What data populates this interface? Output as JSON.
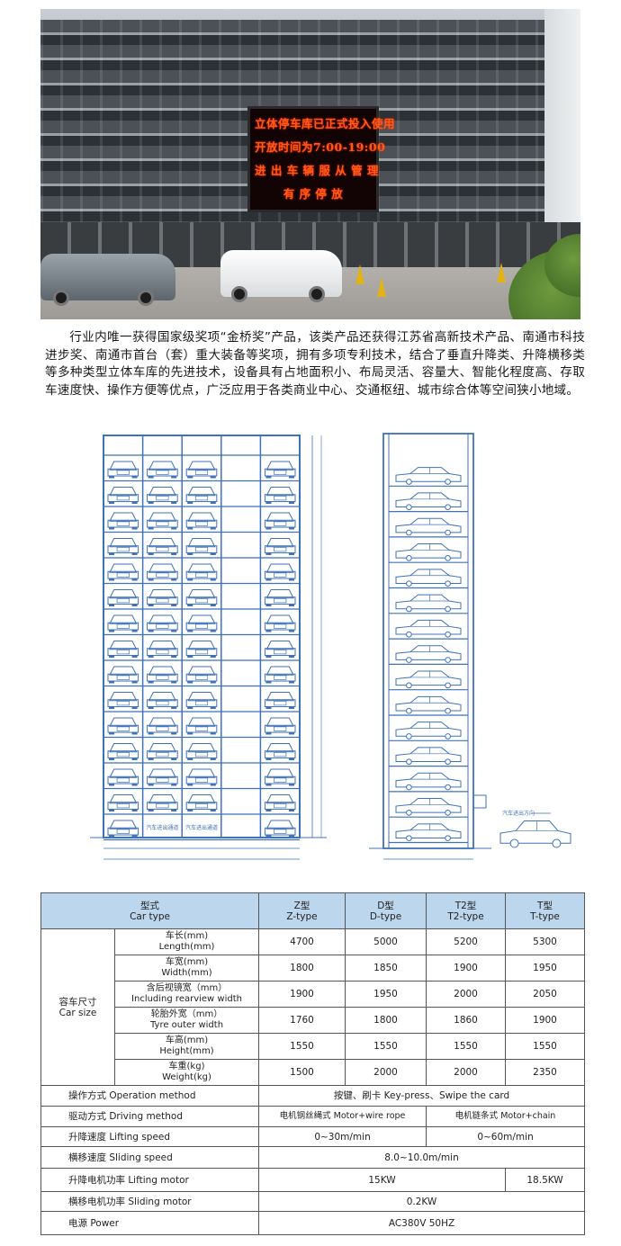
{
  "photo": {
    "led_lines": [
      "立体停车库已正式投入使用",
      "开放时间为7:00-19:00",
      "进 出 车 辆 服 从 管 理",
      "有 序 停 放"
    ]
  },
  "intro": {
    "text": "行业内唯一获得国家级奖项“金桥奖”产品，该类产品还获得江苏省高新技术产品、南通市科技进步奖、南通市首台（套）重大装备等奖项，拥有多项专利技术，结合了垂直升降类、升降横移类等多种类型立体车库的先进技术，设备具有占地面积小、布局灵活、容量大、智能化程度高、存取车速度快、操作方便等优点，广泛应用于各类商业中心、交通枢纽、城市综合体等空间狭小地域。"
  },
  "drawing_front": {
    "floors": 15,
    "columns": 5,
    "empty_column": 3,
    "passage_labels": [
      "汽车进出通道",
      "汽车进出通道"
    ]
  },
  "drawing_side": {
    "floors": 15,
    "car_label": "汽车进出方向"
  },
  "table": {
    "header": {
      "type_cn": "型式",
      "type_en": "Car type",
      "z_cn": "Z型",
      "z_en": "Z-type",
      "d_cn": "D型",
      "d_en": "D-type",
      "t2_cn": "T2型",
      "t2_en": "T2-type",
      "t_cn": "T型",
      "t_en": "T-type"
    },
    "car_size_cn": "容车尺寸",
    "car_size_en": "Car size",
    "size_rows": [
      {
        "cn": "车长(mm)",
        "en": "Length(mm)",
        "v": [
          "4700",
          "5000",
          "5200",
          "5300"
        ]
      },
      {
        "cn": "车宽(mm)",
        "en": "Width(mm)",
        "v": [
          "1800",
          "1850",
          "1900",
          "1950"
        ]
      },
      {
        "cn": "含后视镜宽（mm）",
        "en": "Including rearview width",
        "v": [
          "1900",
          "1950",
          "2000",
          "2050"
        ]
      },
      {
        "cn": "轮胎外宽（mm）",
        "en": "Tyre outer width",
        "v": [
          "1760",
          "1800",
          "1860",
          "1900"
        ]
      },
      {
        "cn": "车高(mm)",
        "en": "Height(mm)",
        "v": [
          "1550",
          "1550",
          "1550",
          "1550"
        ]
      },
      {
        "cn": "车重(kg)",
        "en": "Weight(kg)",
        "v": [
          "1500",
          "2000",
          "2000",
          "2350"
        ]
      }
    ],
    "operation": {
      "label": "操作方式 Operation method",
      "value": "按键、刷卡 Key-press、Swipe the card"
    },
    "driving": {
      "label": "驱动方式 Driving method",
      "value_a": "电机钢丝绳式 Motor+wire rope",
      "value_b": "电机链条式 Motor+chain"
    },
    "lifting_speed": {
      "label": "升降速度 Lifting speed",
      "value_a": "0~30m/min",
      "value_b": "0~60m/min"
    },
    "sliding_speed": {
      "label": "横移速度 Sliding speed",
      "value": "8.0~10.0m/min"
    },
    "lifting_motor": {
      "label": "升降电机功率 Lifting motor",
      "value_a": "15KW",
      "value_b": "18.5KW"
    },
    "sliding_motor": {
      "label": "横移电机功率 Sliding motor",
      "value": "0.2KW"
    },
    "power": {
      "label": "电源 Power",
      "value": "AC380V 50HZ"
    }
  }
}
